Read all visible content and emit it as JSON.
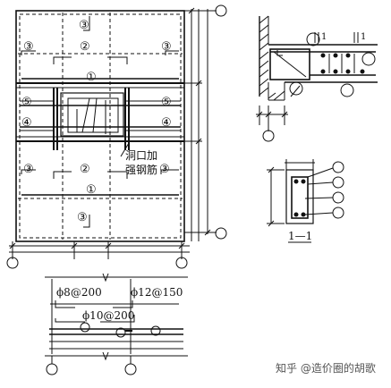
{
  "markers": {
    "m1": "①",
    "m2": "②",
    "m3": "③",
    "m4": "④",
    "m5": "⑤"
  },
  "opening_note": "洞口加强钢筋",
  "opening_note_line1": "洞口加",
  "opening_note_line2": "强钢筋",
  "section_label": "1—1",
  "cut_mark": "1",
  "detail": {
    "rebar_a": "ϕ8@200",
    "rebar_b": "ϕ12@150",
    "rebar_c": "ϕ10@200"
  },
  "watermark": "知乎 @造价圈的胡歌"
}
